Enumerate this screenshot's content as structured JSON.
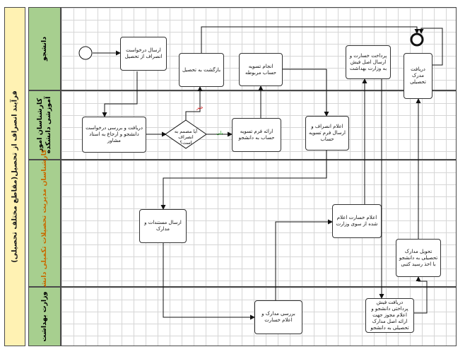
{
  "process_title": "فرآیند انصراف از تحصیل(مقاطع مختلف تحصیلی)",
  "lanes": {
    "student": "دانشجو",
    "faculty_experts": "کارشناسان امور آموزشی دانشکده",
    "university_experts": "کارشناسان مدیریت تحصیلات تکمیلی دانشگاه",
    "ministry": "وزارت بهداشت"
  },
  "tasks": {
    "t1": "ارسال درخواست انصراف از تحصیل",
    "t2": "بازگشت به تحصیل",
    "t3": "انجام تسویه حساب مربوطه",
    "t4": "پرداخت خسارت و ارسال اصل فیش به وزارت بهداشت",
    "t5": "دریافت مدرک تحصیلی",
    "t6": "دریافت و بررسی درخواست دانشجو و ارجاع به استاد مشاور",
    "t7": "ارائه فرم تسویه حساب به دانشجو",
    "t8": "اعلام انصراف و ارسال فرم تسویه حساب",
    "t9": "ارسال مستندات و مدارک",
    "t10": "اعلام خسارت اعلام شده از سوی وزارت",
    "t11": "تحویل مدارک تحصیلی به دانشجو با اخذ رسید کتبی",
    "t12": "بررسی مدارک و اعلام خسارت",
    "t13": "دریافت فیش پرداختی دانشجو و اعلام مجوز جهت ارائه اصل مدارک تحصیلی به دانشجو"
  },
  "gateway": {
    "question": "آیا مصمم به انصراف است؟",
    "no_label": "خیر",
    "yes_label": "بلی"
  },
  "colors": {
    "lane_header": "#a7cf8f",
    "title_band": "#fff2b3",
    "no_flow": "#cc0000",
    "yes_flow": "#2a9d2a"
  }
}
